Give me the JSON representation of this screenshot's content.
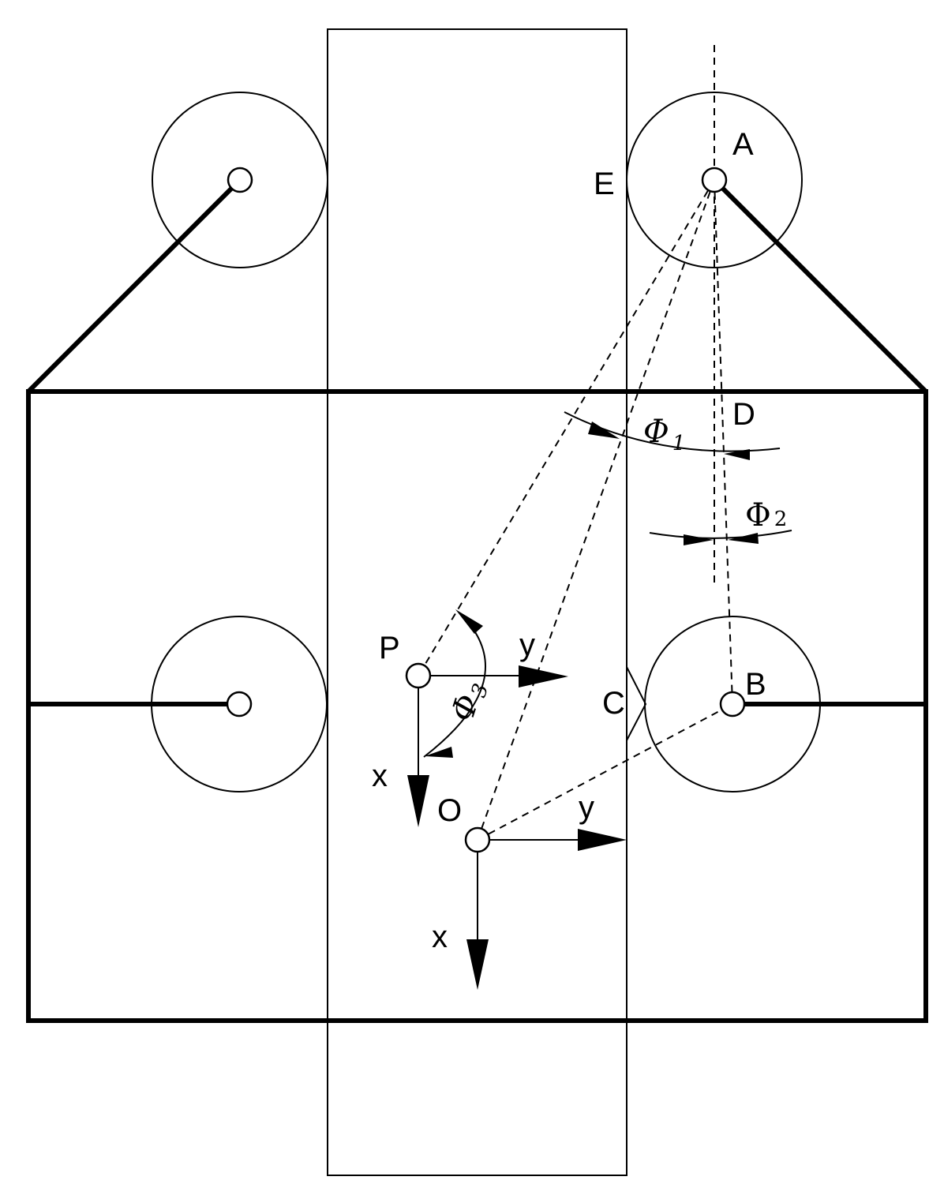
{
  "labels": {
    "A": "A",
    "B": "B",
    "C": "C",
    "D": "D",
    "E": "E",
    "P": "P",
    "O": "O",
    "phi": "Φ",
    "phi1_sub": "1",
    "phi2_sub": "2",
    "phi3_sub": "3",
    "axis_x": "x",
    "axis_y": "y"
  }
}
